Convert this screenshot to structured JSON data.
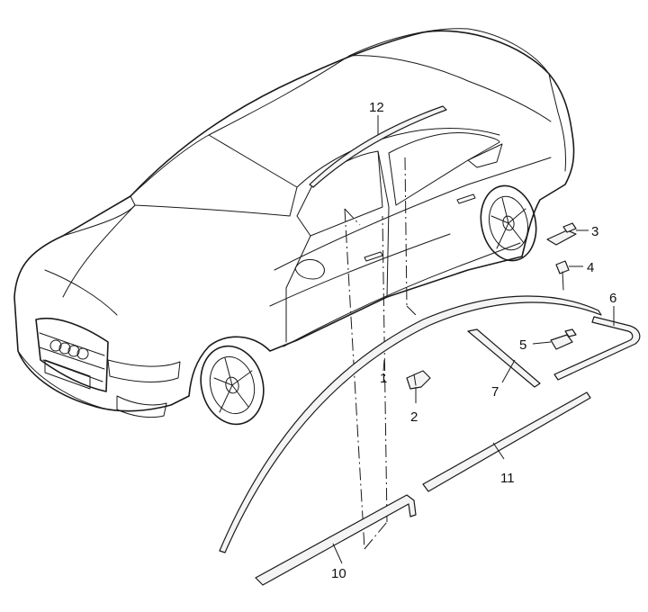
{
  "callouts": {
    "c1": "1",
    "c2": "2",
    "c3": "3",
    "c4": "4",
    "c5": "5",
    "c6": "6",
    "c7": "7",
    "c10": "10",
    "c11": "11",
    "c12": "12"
  },
  "colors": {
    "ink": "#1a1a1a",
    "background": "#ffffff"
  }
}
